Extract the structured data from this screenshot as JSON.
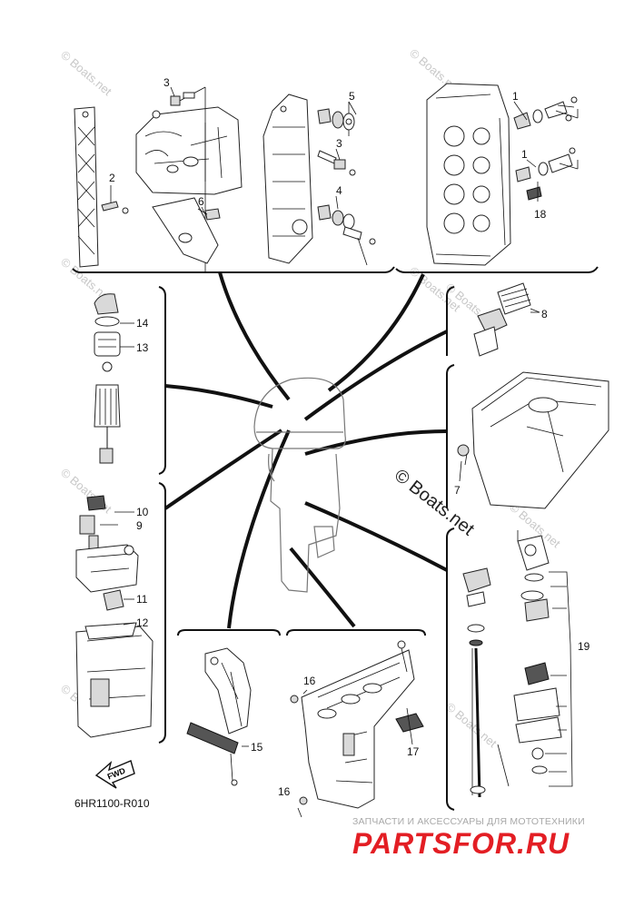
{
  "watermark": "© Boats.net",
  "center_watermark": "© Boats.net",
  "diagram_code": "6HR1100-R010",
  "fwd_label": "FWD",
  "footer": {
    "tagline": "ЗАПЧАСТИ И АКСЕССУАРЫ ДЛЯ МОТОТЕХНИКИ",
    "brand": "PARTSFOR.RU",
    "brand_color": "#e31e24"
  },
  "callouts": {
    "c1a": "1",
    "c1b": "1",
    "c2": "2",
    "c3a": "3",
    "c3b": "3",
    "c4": "4",
    "c5": "5",
    "c6": "6",
    "c7": "7",
    "c8": "8",
    "c9": "9",
    "c10": "10",
    "c11": "11",
    "c12": "12",
    "c13": "13",
    "c14": "14",
    "c15": "15",
    "c16a": "16",
    "c16b": "16",
    "c17": "17",
    "c18": "18",
    "c19": "19"
  }
}
